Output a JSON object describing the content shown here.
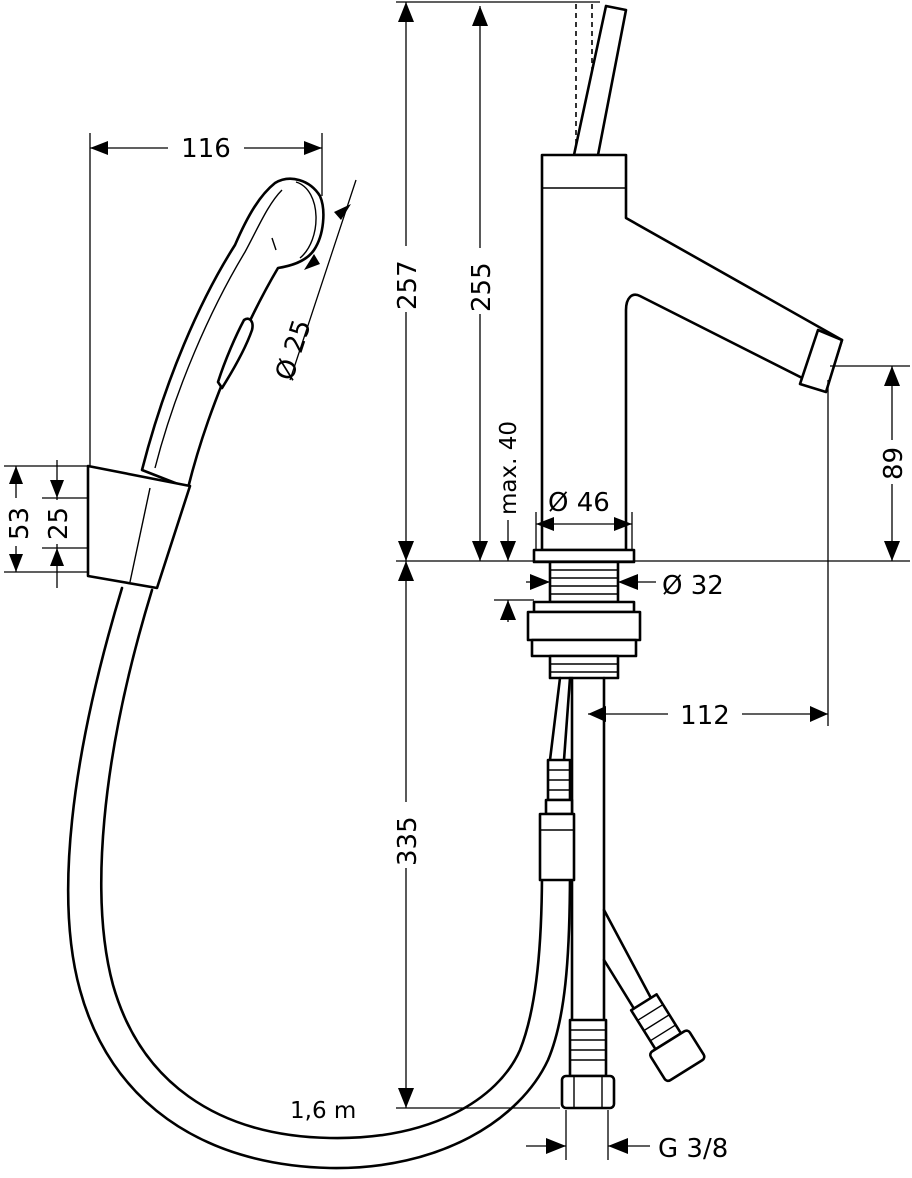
{
  "dimensions": {
    "handshower_length": "116",
    "handshower_diameter": "Ø 25",
    "holder_height": "53",
    "holder_inner": "25",
    "total_height": "257",
    "spout_height": "255",
    "max_deck": "max. 40",
    "base_diameter": "Ø 46",
    "shank_diameter": "Ø 32",
    "outlet_height": "89",
    "projection": "112",
    "below_deck": "335",
    "hose_length": "1,6 m",
    "thread": "G 3/8"
  }
}
